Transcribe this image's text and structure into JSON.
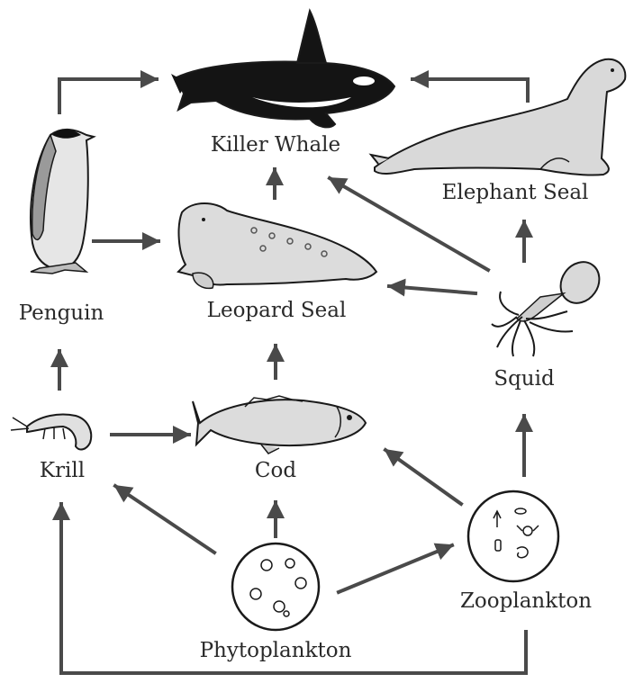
{
  "labels": {
    "killer_whale": "Killer Whale",
    "elephant_seal": "Elephant Seal",
    "penguin": "Penguin",
    "leopard_seal": "Leopard Seal",
    "squid": "Squid",
    "krill": "Krill",
    "cod": "Cod",
    "zooplankton": "Zooplankton",
    "phytoplankton": "Phytoplankton"
  },
  "colors": {
    "arrow": "#4a4a4a",
    "outline": "#1a1a1a",
    "fill_light": "#d9d9d9",
    "fill_dark": "#111111"
  }
}
